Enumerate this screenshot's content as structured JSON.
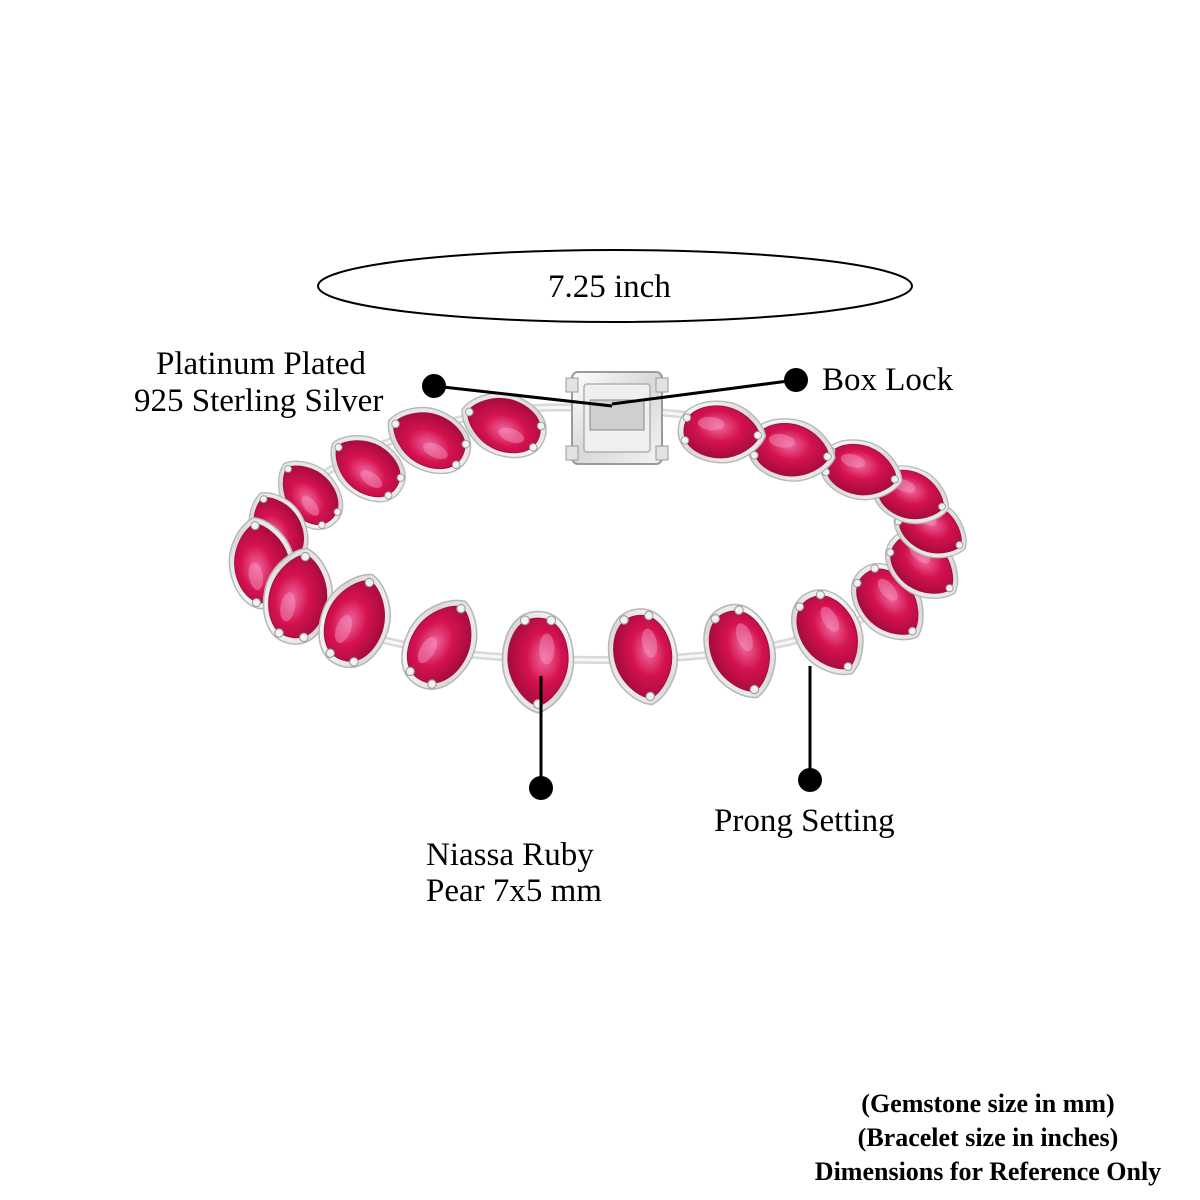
{
  "size_label": "7.25 inch",
  "callouts": {
    "metal_line1": "Platinum Plated",
    "metal_line2": "925 Sterling Silver",
    "lock": "Box Lock",
    "gem_line1": "Niassa Ruby",
    "gem_line2": "Pear 7x5 mm",
    "setting": "Prong Setting"
  },
  "footnotes": {
    "line1": "(Gemstone size in mm)",
    "line2": "(Bracelet size in inches)",
    "line3": "Dimensions for Reference Only"
  },
  "colors": {
    "ruby": "#d4124f",
    "ruby_dark": "#a80c3c",
    "silver": "#e6e6e6",
    "line": "#000000"
  }
}
